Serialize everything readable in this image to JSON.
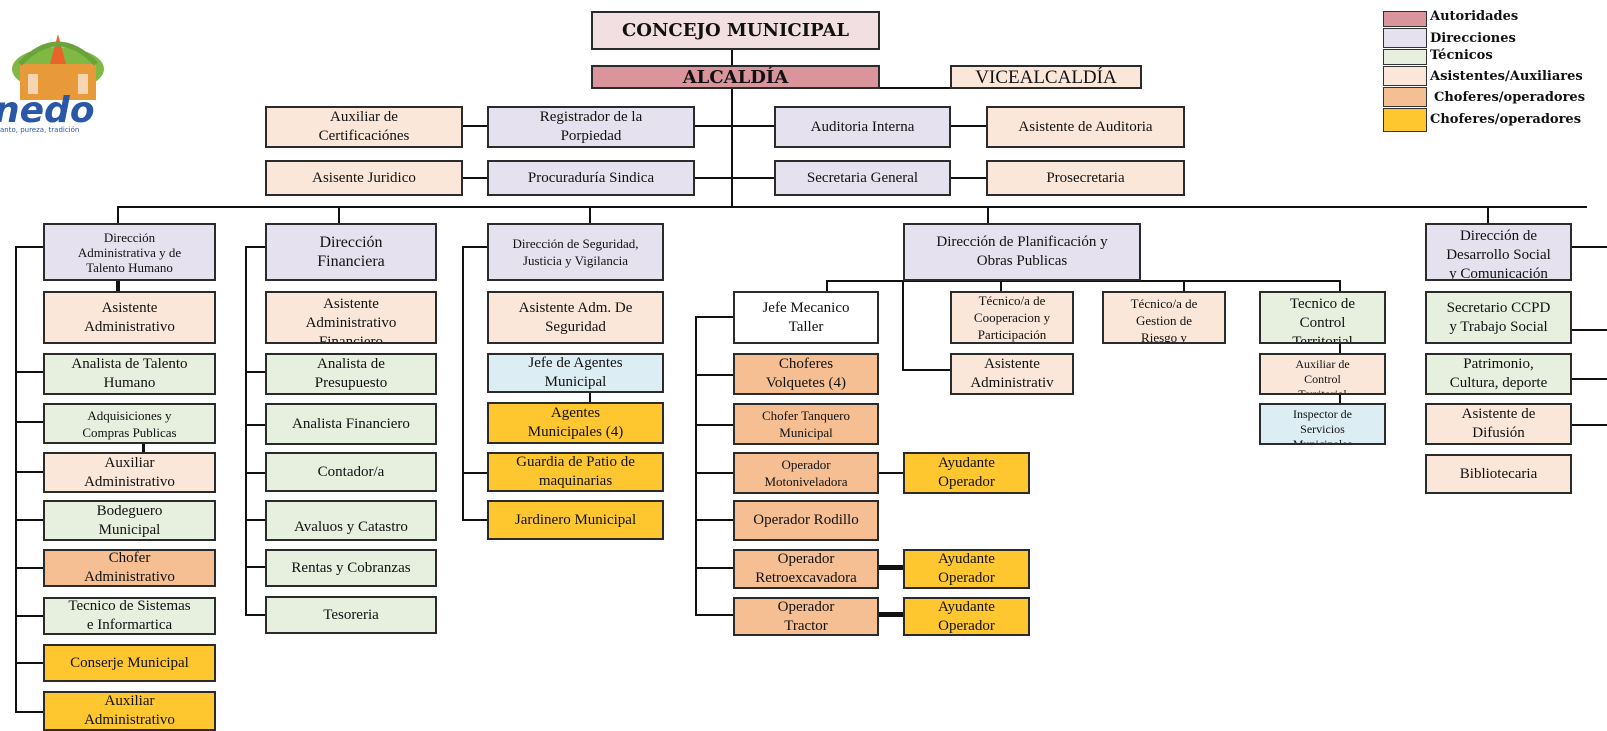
{
  "colors": {
    "autoridades": "#d9959b",
    "concejo": "#f2dfe1",
    "direcciones": "#e6e1ee",
    "tecnicos": "#e7efde",
    "asistentes": "#fbe7da",
    "choferes_light": "#f5bf93",
    "choferes_gold": "#fec72f",
    "jefe_agentes": "#dcedf4",
    "white": "#ffffff"
  },
  "logo": {
    "text": "nedo",
    "tagline": "anto, pureza, tradición"
  },
  "legend": [
    {
      "label": "Autoridades",
      "color_key": "autoridades"
    },
    {
      "label": "Direcciones",
      "color_key": "direcciones"
    },
    {
      "label": "Técnicos",
      "color_key": "tecnicos"
    },
    {
      "label": "Asistentes/Auxiliares",
      "color_key": "asistentes"
    },
    {
      "label": "Choferes/operadores",
      "color_key": "choferes_light"
    },
    {
      "label": "Choferes/operadores",
      "color_key": "choferes_gold"
    }
  ],
  "top": {
    "concejo": "CONCEJO MUNICIPAL",
    "alcaldia": "ALCALDÍA",
    "vicealcaldia": "VICEALCALDÍA"
  },
  "staff": {
    "aux_certificaciones": "Auxiliar de\nCertificaciónes",
    "registrador": "Registrador de la\nPorpiedad",
    "auditoria": "Auditoria Interna",
    "asistente_auditoria": "Asistente de Auditoria",
    "asisente_juridico": "Asisente Juridico",
    "procuraduria": "Procuraduría Sindica",
    "secretaria": "Secretaria General",
    "prosecretaria": "Prosecretaria"
  },
  "col1": {
    "head": "Dirección\nAdministrativa y de\nTalento Humano",
    "items": [
      "Asistente\nAdministrativo",
      "Analista de Talento\nHumano",
      "Adquisiciones y\nCompras Publicas",
      "Auxiliar\nAdministrativo",
      "Bodeguero\nMunicipal",
      "Chofer\nAdministrativo",
      "Tecnico de Sistemas\ne Informartica",
      "Conserje Municipal",
      "Auxiliar\nAdministrativo"
    ]
  },
  "col2": {
    "head": "Dirección\nFinanciera",
    "items": [
      "Asistente\nAdministrativo\nFinanciero",
      "Analista de\nPresupuesto",
      "Analista Financiero",
      "Contador/a",
      "Avaluos y Catastro",
      "Rentas y Cobranzas",
      "Tesoreria"
    ]
  },
  "col3": {
    "head": "Dirección de Seguridad,\nJusticia y Vigilancia",
    "items": [
      "Asistente Adm. De\nSeguridad",
      "Jefe de Agentes\nMunicipal",
      "Agentes\nMunicipales (4)",
      "Guardia de Patio de\nmaquinarias",
      "Jardinero Municipal"
    ]
  },
  "col4": {
    "head": "Dirección de Planificación y\nObras Publicas",
    "taller": {
      "jefe": "Jefe Mecanico\nTaller",
      "items": [
        "Choferes\nVolquetes (4)",
        "Chofer Tanquero\nMunicipal",
        "Operador\nMotoniveladora",
        "Operador Rodillo",
        "Operador\nRetroexcavadora",
        "Operador\nTractor"
      ],
      "ayudante": "Ayudante\nOperador"
    },
    "cooperacion": "Técnico/a de\nCooperacion y\nParticipación",
    "asistente": "Asistente\nAdministrativ",
    "riesgo": "Técnico/a de\nGestion de\nRiesgo y",
    "control": "Tecnico de\nControl\nTerritorial",
    "aux_control": "Auxiliar de\nControl\nTerritorial",
    "inspector": "Inspector de\nServicios\nMunicipales"
  },
  "col5": {
    "head": "Dirección de\nDesarrollo Social\ny Comunicación",
    "items": [
      "Secretario CCPD\ny Trabajo Social",
      "Patrimonio,\nCultura, deporte",
      "Asistente de\nDifusión",
      "Bibliotecaria"
    ]
  }
}
